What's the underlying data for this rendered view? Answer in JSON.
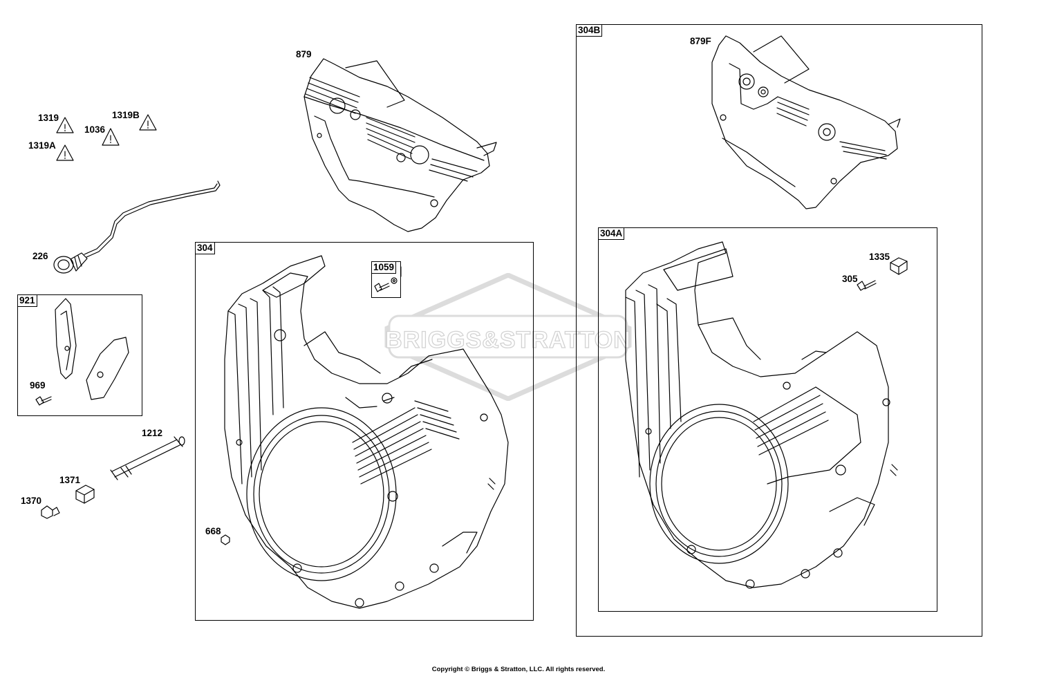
{
  "callouts": {
    "c879": "879",
    "c879F": "879F",
    "c1319": "1319",
    "c1319A": "1319A",
    "c1319B": "1319B",
    "c1036": "1036",
    "c226": "226",
    "c969": "969",
    "c1212": "1212",
    "c1371": "1371",
    "c1370": "1370",
    "c668": "668",
    "c1335": "1335",
    "c305": "305"
  },
  "kits": {
    "k304B": "304B",
    "k304A": "304A",
    "k304": "304",
    "k921": "921",
    "k1059": "1059"
  },
  "watermark": "BRIGGS&STRATTON",
  "copyright": "Copyright © Briggs & Stratton, LLC. All rights reserved."
}
